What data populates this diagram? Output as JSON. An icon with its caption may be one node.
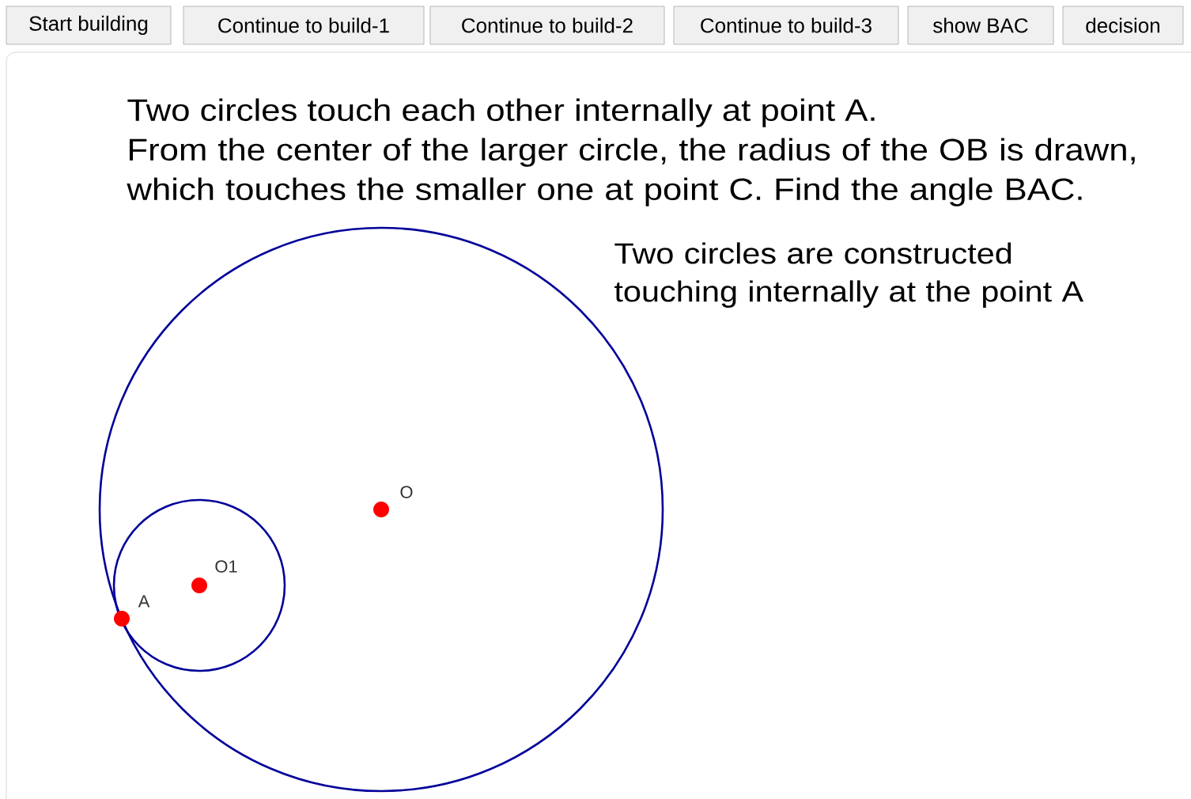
{
  "diagram": {
    "labels": [
      "Start building",
      "Continue to build-1",
      "Continue to build-2",
      "Continue to build-3",
      "show BAC",
      "decision",
      "Two circles touch each other internally at point A.",
      "From the center of the larger circle, the radius of the OB is drawn, which touches the smaller one at point C. Find the angle BAC.",
      "Two circles are constructed touching internally at the point A",
      "O",
      "O1",
      "A"
    ]
  }
}
